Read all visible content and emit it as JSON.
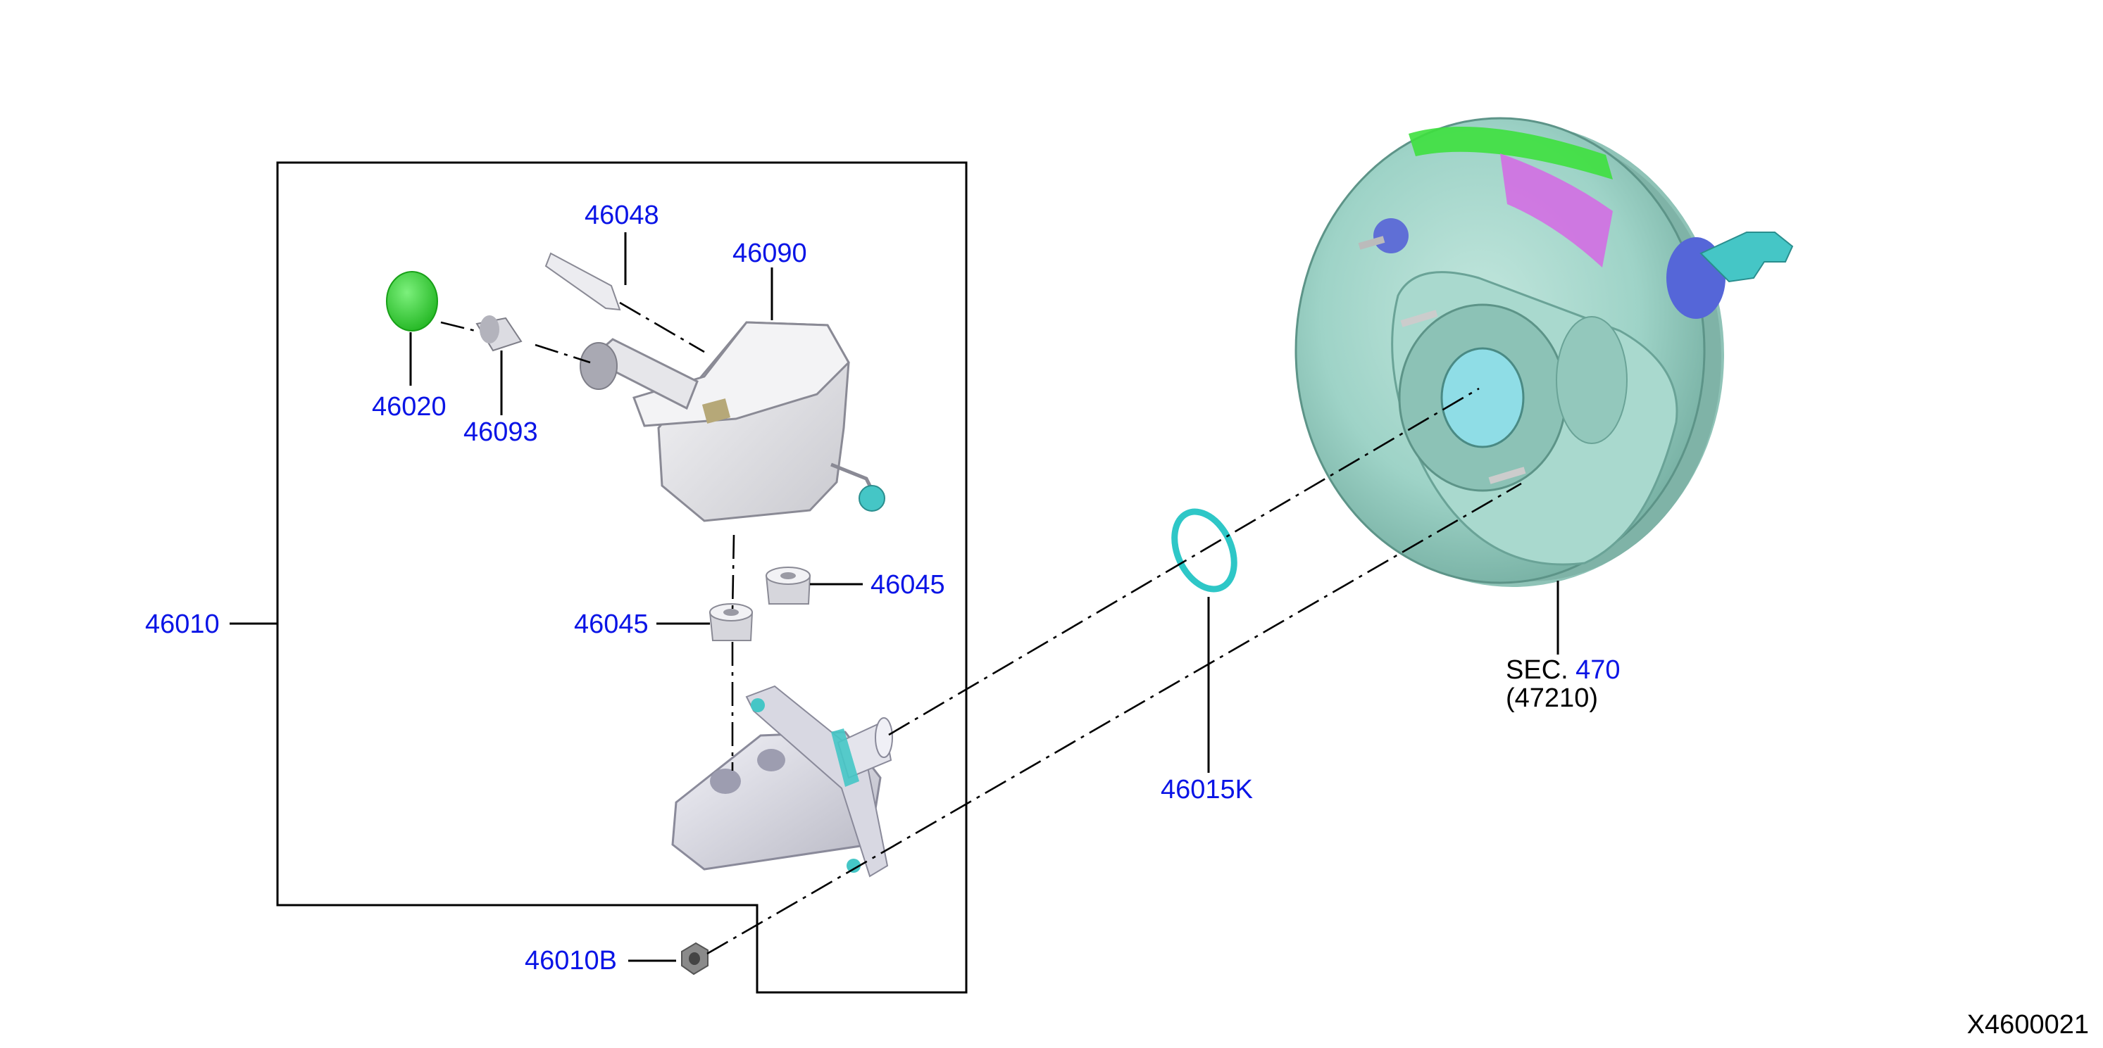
{
  "diagram": {
    "figure_code": "X4600021",
    "parts": {
      "p46048": "46048",
      "p46090": "46090",
      "p46020": "46020",
      "p46093": "46093",
      "p46045_right": "46045",
      "p46045_left": "46045",
      "p46010": "46010",
      "p46015k": "46015K",
      "p46010b": "46010B"
    },
    "section_ref": {
      "prefix": "SEC.",
      "number": "470",
      "sub": "(47210)"
    }
  },
  "colors": {
    "part_number": "#0a14e6",
    "booster_body": "#9ed3c7",
    "cap": "#3ee03e",
    "oring": "#2ec7c7",
    "stripe_green": "#3ee03e",
    "stripe_magenta": "#d36ee3",
    "reservoir": "#eaeaec",
    "cylinder": "#e2e2ea"
  }
}
